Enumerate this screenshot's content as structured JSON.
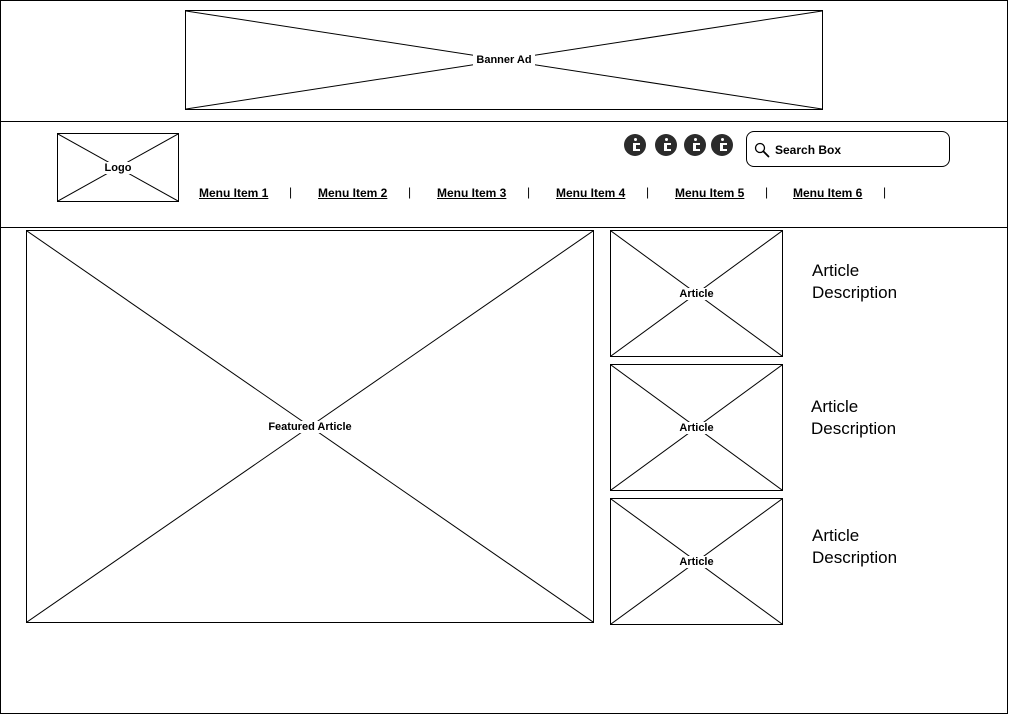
{
  "banner": {
    "label": "Banner Ad"
  },
  "logo": {
    "label": "Logo"
  },
  "search": {
    "placeholder": "Search Box"
  },
  "info_icons": [
    "info-icon",
    "info-icon",
    "info-icon",
    "info-icon"
  ],
  "menu": {
    "items": [
      {
        "label": "Menu Item 1"
      },
      {
        "label": "Menu Item 2"
      },
      {
        "label": "Menu Item 3"
      },
      {
        "label": "Menu Item 4"
      },
      {
        "label": "Menu Item 5"
      },
      {
        "label": "Menu Item 6"
      }
    ],
    "separator": "|"
  },
  "featured": {
    "label": "Featured Article"
  },
  "articles": [
    {
      "label": "Article",
      "description_line1": "Article",
      "description_line2": "Description"
    },
    {
      "label": "Article",
      "description_line1": "Article",
      "description_line2": "Description"
    },
    {
      "label": "Article",
      "description_line1": "Article",
      "description_line2": "Description"
    }
  ]
}
